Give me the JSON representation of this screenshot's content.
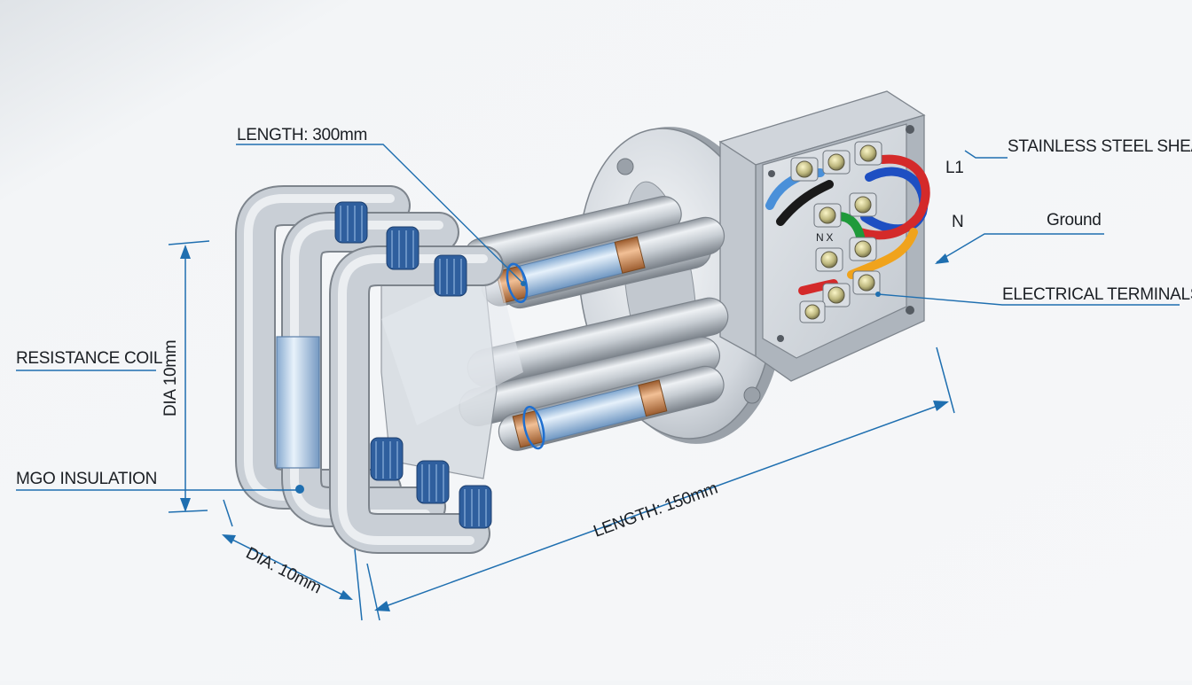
{
  "labels": {
    "length_300": "LENGTH: 300mm",
    "stainless_sheath": "STAINLESS STEEL SHEATH",
    "l1": "L1",
    "n": "N",
    "ground": "Ground",
    "electrical_terminals": "ELECTRICAL TERMINALS",
    "resistance_coil": "RESISTANCE COIL",
    "dia_vertical": "DIA 10mm",
    "mgo_insulation": "MGO INSULATION",
    "dia_bottom": "DIA: 10mm",
    "length_150": "LENGTH: 150mm",
    "terminal_mark": "N  X"
  },
  "colors": {
    "dimension_blue": "#1f6fb0",
    "wire_blue": "#1e4fc2",
    "wire_red": "#d42a2a",
    "wire_green": "#1f9a3a",
    "wire_orange": "#f0a31c",
    "wire_black": "#1a1a1a",
    "wire_light_blue": "#4a90d9",
    "steel": "#c9cfd6",
    "copper": "#c8804a",
    "coil_blue": "#2f5f9e"
  },
  "icons": {
    "flange": "mounting-flange",
    "junction_box": "terminal-box",
    "terminal": "screw-terminal"
  }
}
